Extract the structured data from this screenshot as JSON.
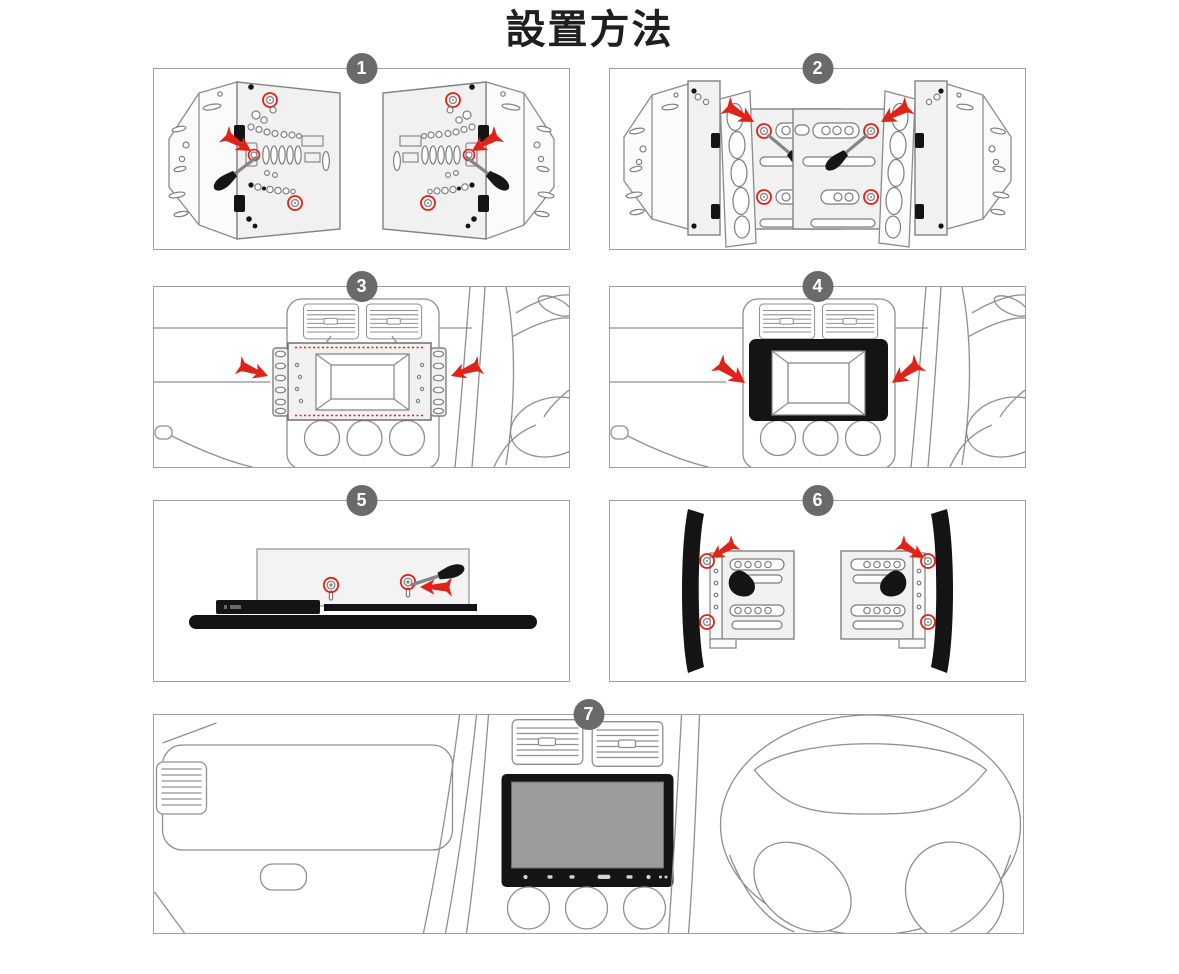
{
  "title": "設置方法",
  "steps": [
    {
      "number": "1",
      "illustration": "pair-of-mounting-brackets-with-screwdrivers-and-marked-screw-holes"
    },
    {
      "number": "2",
      "illustration": "screw-side-brackets-onto-mounting-cage-left-and-right"
    },
    {
      "number": "3",
      "illustration": "insert-mounting-cage-into-dashboard-opening"
    },
    {
      "number": "4",
      "illustration": "press-trim-frame-into-dashboard-opening"
    },
    {
      "number": "5",
      "illustration": "fasten-top-screws-on-head-unit-with-screwdriver"
    },
    {
      "number": "6",
      "illustration": "screw-brackets-onto-both-sides-of-head-unit"
    },
    {
      "number": "7",
      "illustration": "finished-head-unit-installed-in-dashboard"
    }
  ],
  "colors": {
    "accent_red": "#df2318",
    "badge_bg": "#6a6a6a",
    "line_art_gray": "#8f8f8f",
    "panel_border": "#9e9e9e",
    "black_parts": "#141414",
    "screen_gray": "#9b9b9b",
    "background": "#ffffff"
  }
}
